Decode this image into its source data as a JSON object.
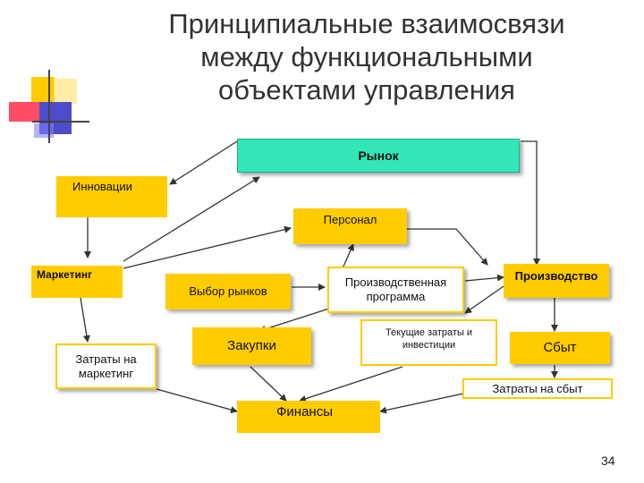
{
  "title": {
    "line1": "Принципиальные взаимосвязи",
    "line2": "между функциональными",
    "line3": "объектами управления"
  },
  "nodes": {
    "rynok": "Рынок",
    "innovatsii": "Инновации",
    "personal": "Персонал",
    "marketing": "Маркетинг",
    "vybor_rynkov": "Выбор рынков",
    "proizv_programma": "Производственная программа",
    "proizvodstvo": "Производство",
    "zatraty_marketing": "Затраты на маркетинг",
    "zakupki": "Закупки",
    "tekushchie_zatraty": "Текущие затраты и инвестиции",
    "sbyt": "Сбыт",
    "zatraty_sbyt": "Затраты на сбыт",
    "finansy": "Финансы"
  },
  "colors": {
    "rynok_fill": "#33E6B8",
    "box_fill": "#FFCC00",
    "arrow": "#333333"
  },
  "page_number": "34"
}
